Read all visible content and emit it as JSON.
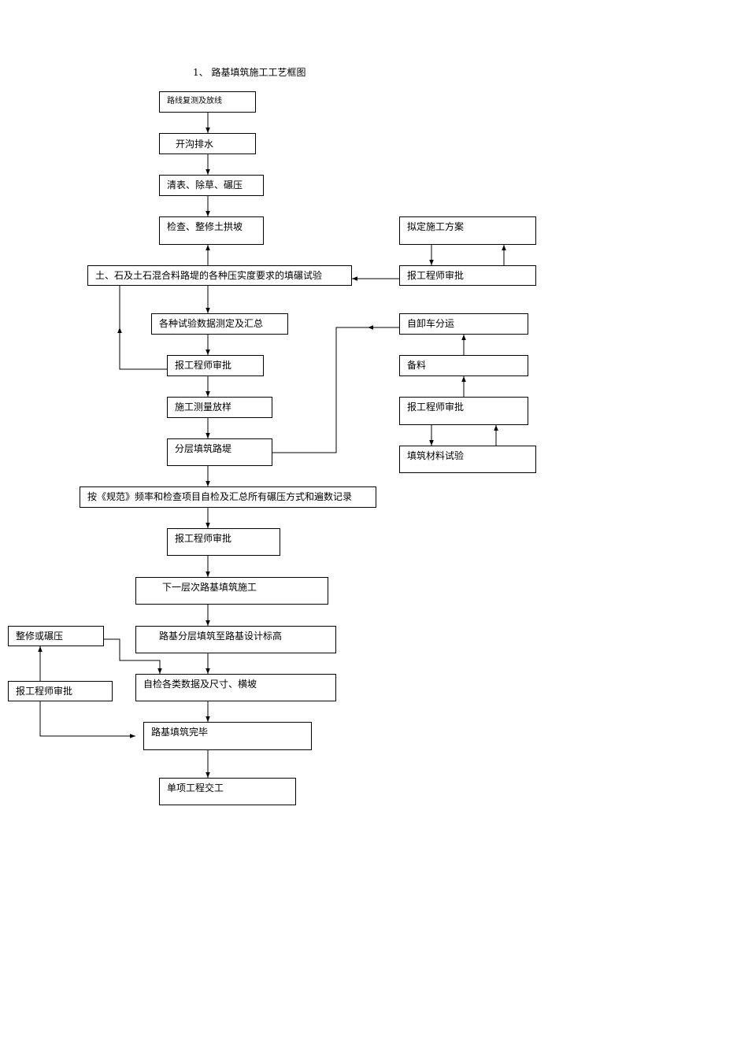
{
  "title": "1、 路基填筑施工工艺框图",
  "nodes": {
    "survey": "路线复测及放线",
    "ditch": "开沟排水",
    "clear": "清表、除草、碾压",
    "check_camber": "检查、整修土拱坡",
    "rolling_test": "土、石及土石混合料路堤的各种压实度要求的填碾试验",
    "test_data": "各种试验数据测定及汇总",
    "approval_1": "报工程师审批",
    "staking": "施工测量放样",
    "layered_fill": "分层填筑路堤",
    "self_check_spec": "按《规范》频率和检查项目自检及汇总所有碾压方式和遍数记录",
    "approval_2": "报工程师审批",
    "next_layer": "下一层次路基填筑施工",
    "to_design_elev": "路基分层填筑至路基设计标高",
    "self_check_dims": "自检各类数据及尺寸、横坡",
    "fill_complete": "路基填筑完毕",
    "handover": "单项工程交工",
    "plan": "拟定施工方案",
    "plan_approval": "报工程师审批",
    "dump_truck": "自卸车分运",
    "stock": "备料",
    "material_approval": "报工程师审批",
    "material_test": "填筑材料试验",
    "repair_roll": "整修或碾压",
    "repair_approval": "报工程师审批"
  }
}
